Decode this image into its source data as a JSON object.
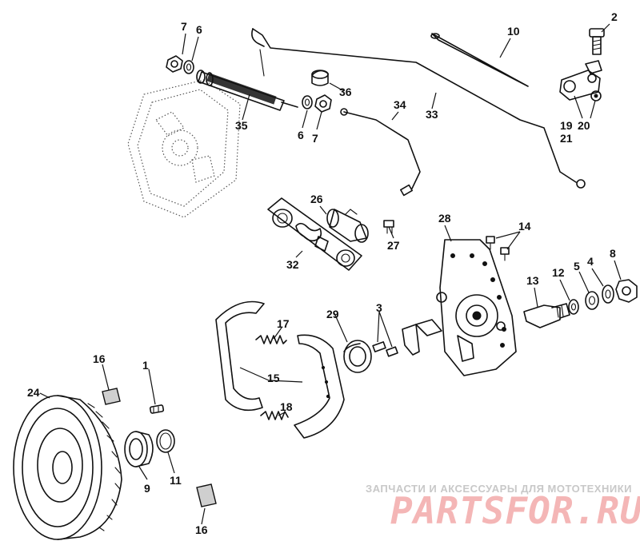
{
  "callouts": {
    "n1": "1",
    "n2": "2",
    "n3": "3",
    "n4": "4",
    "n5": "5",
    "n6a": "6",
    "n6b": "6",
    "n7a": "7",
    "n7b": "7",
    "n8": "8",
    "n9": "9",
    "n10": "10",
    "n11": "11",
    "n12": "12",
    "n13": "13",
    "n14": "14",
    "n15": "15",
    "n16a": "16",
    "n16b": "16",
    "n17": "17",
    "n18": "18",
    "n19": "19",
    "n20": "20",
    "n21": "21",
    "n24": "24",
    "n26": "26",
    "n27": "27",
    "n28": "28",
    "n29": "29",
    "n32": "32",
    "n33": "33",
    "n34": "34",
    "n35": "35",
    "n36": "36"
  },
  "watermark": {
    "caption": "ЗАПЧАСТИ И АКСЕССУАРЫ ДЛЯ МОТОТЕХНИКИ",
    "logo": "PARTSFOR.RU"
  },
  "colors": {
    "ink": "#111111",
    "watermark_logo": "#f4b6b6",
    "watermark_caption": "#c8c8c8"
  }
}
